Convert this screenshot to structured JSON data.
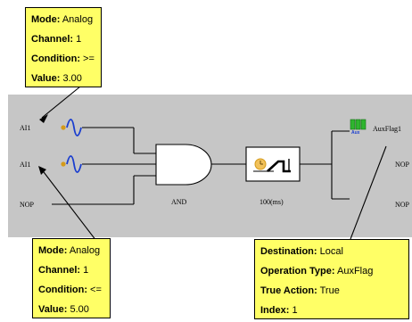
{
  "callouts": {
    "top_left": {
      "mode_key": "Mode:",
      "mode_value": "Analog",
      "channel_key": "Channel:",
      "channel_value": "1",
      "condition_key": "Condition:",
      "condition_value": ">=",
      "value_key": "Value:",
      "value_value": "3.00"
    },
    "bottom_left": {
      "mode_key": "Mode:",
      "mode_value": "Analog",
      "channel_key": "Channel:",
      "channel_value": "1",
      "condition_key": "Condition:",
      "condition_value": "<=",
      "value_key": "Value:",
      "value_value": "5.00"
    },
    "bottom_right": {
      "destination_key": "Destination:",
      "destination_value": "Local",
      "operation_key": "Operation Type:",
      "operation_value": "AuxFlag",
      "true_action_key": "True Action:",
      "true_action_value": "True",
      "index_key": "Index:",
      "index_value": "1"
    }
  },
  "inputs": {
    "in1": "AI1",
    "in2": "AI1",
    "in3": "NOP"
  },
  "blocks": {
    "and_gate": "AND",
    "timer": "100(ms)"
  },
  "outputs": {
    "out1": "AuxFlag1",
    "out2": "NOP",
    "out3": "NOP",
    "aux_badge": "Aux"
  },
  "colors": {
    "callout_fill": "#ffff66",
    "band_fill": "#c6c6c6",
    "analog_icon": "#1a3ecf",
    "aux_icon": "#2fb52f",
    "timer_icon": "#d49a1a"
  },
  "icons": {
    "analog_input": "analog-wave-icon",
    "aux_output": "aux-flag-icon",
    "timer": "on-delay-timer-icon"
  }
}
